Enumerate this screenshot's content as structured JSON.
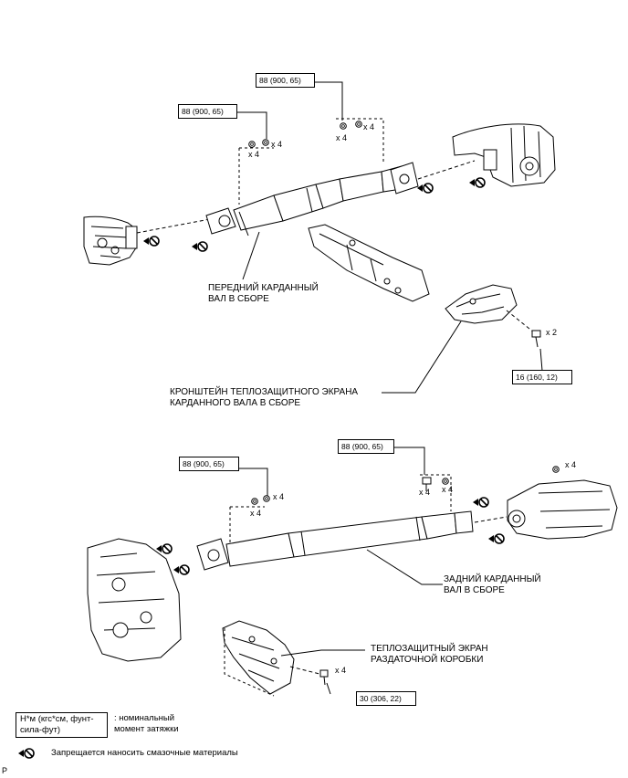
{
  "torque_labels": {
    "t1": "88 (900, 65)",
    "t2": "88 (900, 65)",
    "t3": "16 (160, 12)",
    "t4": "88 (900, 65)",
    "t5": "88 (900, 65)",
    "t6": "30 (306, 22)"
  },
  "quantities": {
    "q_x4": "x 4",
    "q_x2": "x 2"
  },
  "part_labels": {
    "front_shaft": "ПЕРЕДНИЙ КАРДАННЫЙ\nВАЛ В СБОРЕ",
    "bracket": "КРОНШТЕЙН ТЕПЛОЗАЩИТНОГО ЭКРАНА\nКАРДАННОГО ВАЛА В СБОРЕ",
    "rear_shaft": "ЗАДНИЙ КАРДАННЫЙ\nВАЛ В СБОРЕ",
    "transfer_shield": "ТЕПЛОЗАЩИТНЫЙ ЭКРАН\nРАЗДАТОЧНОЙ КОРОБКИ"
  },
  "legend": {
    "torque_units": "Н*м (кгс*см, фунт-\nсила-фут)",
    "torque_desc": ": номинальный\nмомент затяжки",
    "no_grease_desc": "Запрещается наносить смазочные материалы"
  },
  "corner_mark": "P"
}
